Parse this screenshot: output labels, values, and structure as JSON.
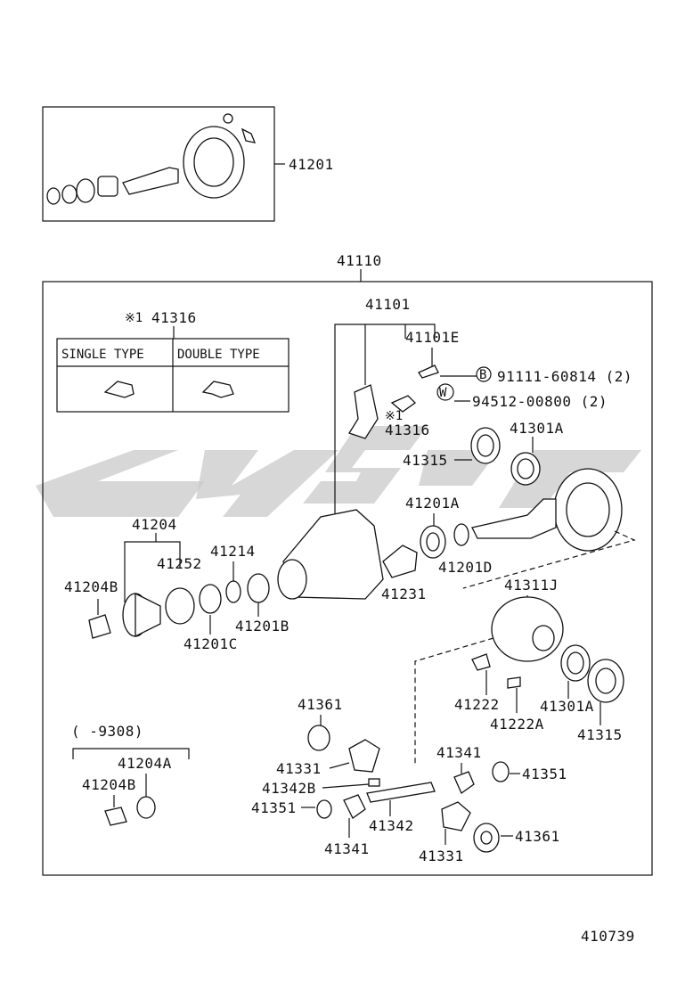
{
  "watermark": "sylor",
  "diagram_number": "410739",
  "top_box": {
    "label": "41201"
  },
  "main_box": {
    "label": "41110"
  },
  "type_table": {
    "title_mark": "※1",
    "title_part": "41316",
    "col_single": "SINGLE TYPE",
    "col_double": "DOUBLE TYPE"
  },
  "callouts": [
    {
      "id": "c41101",
      "text": "41101"
    },
    {
      "id": "c41101E",
      "text": "41101E"
    },
    {
      "id": "cB",
      "text": "B"
    },
    {
      "id": "c91111",
      "text": "91111-60814 (2)"
    },
    {
      "id": "cW",
      "text": "W"
    },
    {
      "id": "c94512",
      "text": "94512-00800 (2)"
    },
    {
      "id": "cMark",
      "text": "※1"
    },
    {
      "id": "c41316",
      "text": "41316"
    },
    {
      "id": "c41301A_top",
      "text": "41301A"
    },
    {
      "id": "c41315_top",
      "text": "41315"
    },
    {
      "id": "c41201A",
      "text": "41201A"
    },
    {
      "id": "c41201D",
      "text": "41201D"
    },
    {
      "id": "c41204",
      "text": "41204"
    },
    {
      "id": "c41214",
      "text": "41214"
    },
    {
      "id": "c41252",
      "text": "41252"
    },
    {
      "id": "c41204B",
      "text": "41204B"
    },
    {
      "id": "c41201B",
      "text": "41201B"
    },
    {
      "id": "c41201C",
      "text": "41201C"
    },
    {
      "id": "c41231",
      "text": "41231"
    },
    {
      "id": "c41311J",
      "text": "41311J"
    },
    {
      "id": "c41222",
      "text": "41222"
    },
    {
      "id": "c41222A",
      "text": "41222A"
    },
    {
      "id": "c41301A_bot",
      "text": "41301A"
    },
    {
      "id": "c41315_bot",
      "text": "41315"
    },
    {
      "id": "c41361_l",
      "text": "41361"
    },
    {
      "id": "c41331_l",
      "text": "41331"
    },
    {
      "id": "c41342B",
      "text": "41342B"
    },
    {
      "id": "c41351_l",
      "text": "41351"
    },
    {
      "id": "c41341_l",
      "text": "41341"
    },
    {
      "id": "c41342",
      "text": "41342"
    },
    {
      "id": "c41341_r",
      "text": "41341"
    },
    {
      "id": "c41351_r",
      "text": "41351"
    },
    {
      "id": "c41331_r",
      "text": "41331"
    },
    {
      "id": "c41361_r",
      "text": "41361"
    },
    {
      "id": "c9308",
      "text": "(      -9308)"
    },
    {
      "id": "c41204A",
      "text": "41204A"
    },
    {
      "id": "c41204B_s",
      "text": "41204B"
    }
  ]
}
